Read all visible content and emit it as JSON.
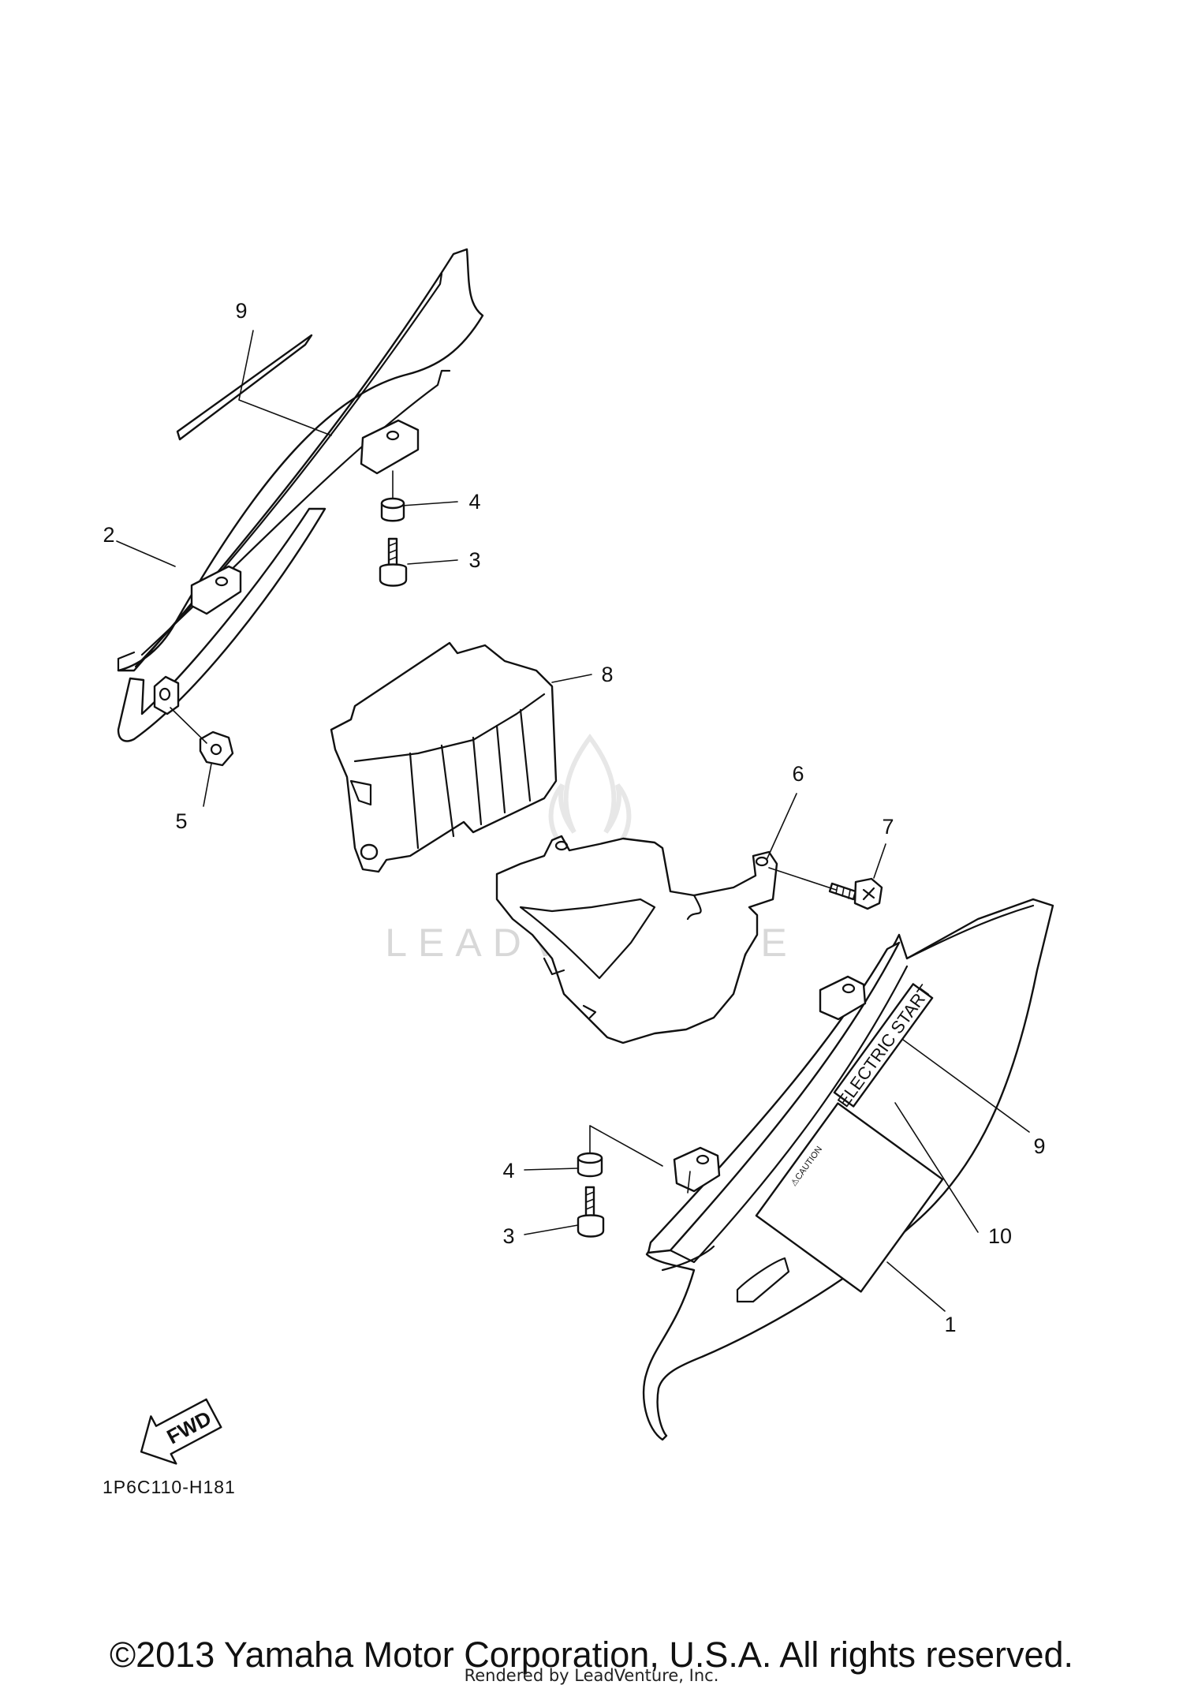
{
  "diagram": {
    "callouts": [
      {
        "id": "c9a",
        "label": "9"
      },
      {
        "id": "c4a",
        "label": "4"
      },
      {
        "id": "c2",
        "label": "2"
      },
      {
        "id": "c3a",
        "label": "3"
      },
      {
        "id": "c8",
        "label": "8"
      },
      {
        "id": "c5",
        "label": "5"
      },
      {
        "id": "c6",
        "label": "6"
      },
      {
        "id": "c7",
        "label": "7"
      },
      {
        "id": "c9b",
        "label": "9"
      },
      {
        "id": "c4b",
        "label": "4"
      },
      {
        "id": "c10",
        "label": "10"
      },
      {
        "id": "c3b",
        "label": "3"
      },
      {
        "id": "c1",
        "label": "1"
      }
    ],
    "decal_electric_start": "ELECTRIC START",
    "decal_caution": "⚠CAUTION",
    "fwd_label": "FWD",
    "reference_code": "1P6C110-H181",
    "watermark": "LEADVENTURE"
  },
  "footer": {
    "copyright": "©2013 Yamaha Motor Corporation, U.S.A. All rights reserved.",
    "rendered_by": "Rendered by LeadVenture, Inc."
  }
}
